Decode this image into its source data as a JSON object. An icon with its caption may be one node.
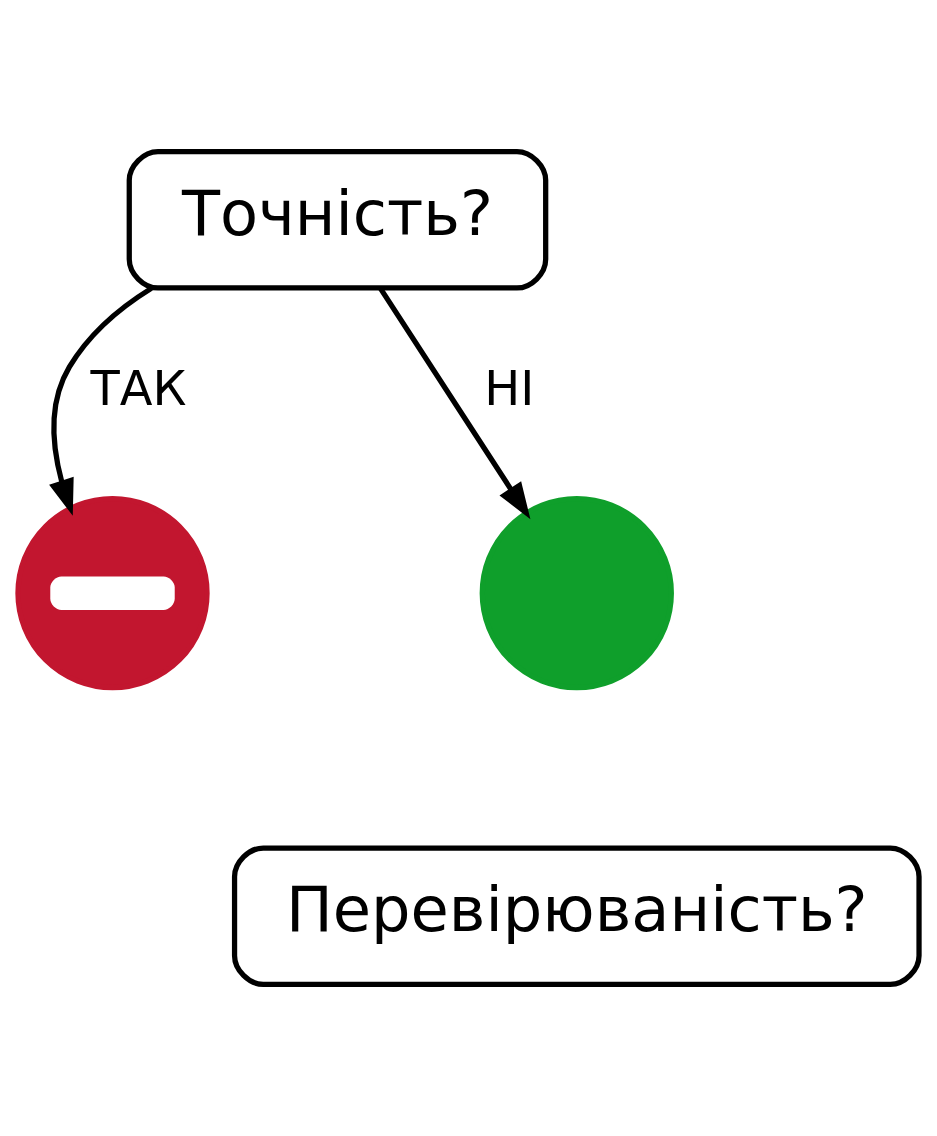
{
  "diagram": {
    "nodes": [
      {
        "text": [
          "Точність?"
        ]
      },
      {
        "text": [],
        "shape": "circle"
      },
      {
        "text": [],
        "shape": "circle"
      },
      {
        "text": [
          "Перевірюваність?"
        ]
      }
    ],
    "edges": [
      {
        "from": 0,
        "to": 1,
        "arrow": "to",
        "label": "ТАК"
      },
      {
        "from": 0,
        "to": 2,
        "arrow": "to",
        "label": "НІ"
      }
    ]
  }
}
